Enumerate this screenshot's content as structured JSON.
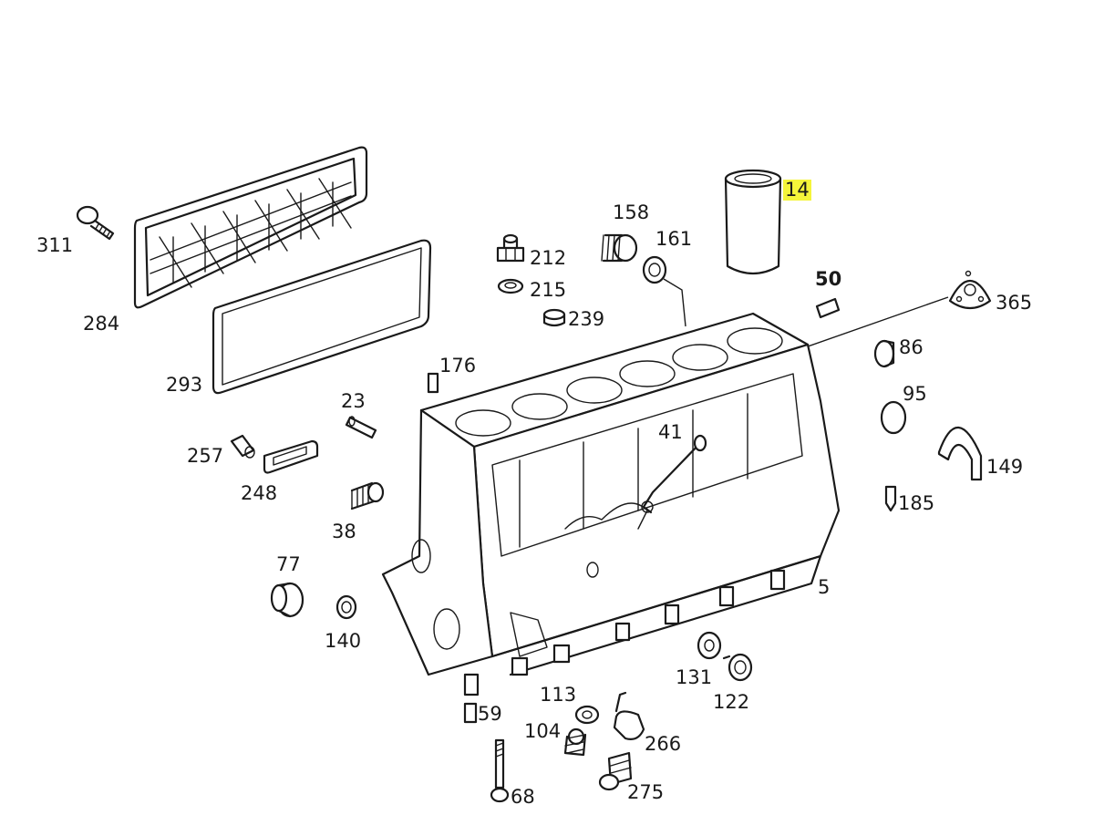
{
  "highlight_color": "#f5f53a",
  "line_color": "#1a1a1a",
  "callouts": {
    "p311": "311",
    "p284": "284",
    "p293": "293",
    "p212": "212",
    "p215": "215",
    "p239": "239",
    "p158": "158",
    "p161": "161",
    "p14": "14",
    "p50": "50",
    "p365": "365",
    "p176": "176",
    "p23": "23",
    "p257": "257",
    "p248": "248",
    "p38": "38",
    "p41": "41",
    "p86": "86",
    "p95": "95",
    "p149": "149",
    "p185": "185",
    "p77": "77",
    "p140": "140",
    "p5": "5",
    "p131": "131",
    "p122": "122",
    "p113": "113",
    "p59": "59",
    "p104": "104",
    "p266": "266",
    "p68": "68",
    "p275": "275"
  }
}
